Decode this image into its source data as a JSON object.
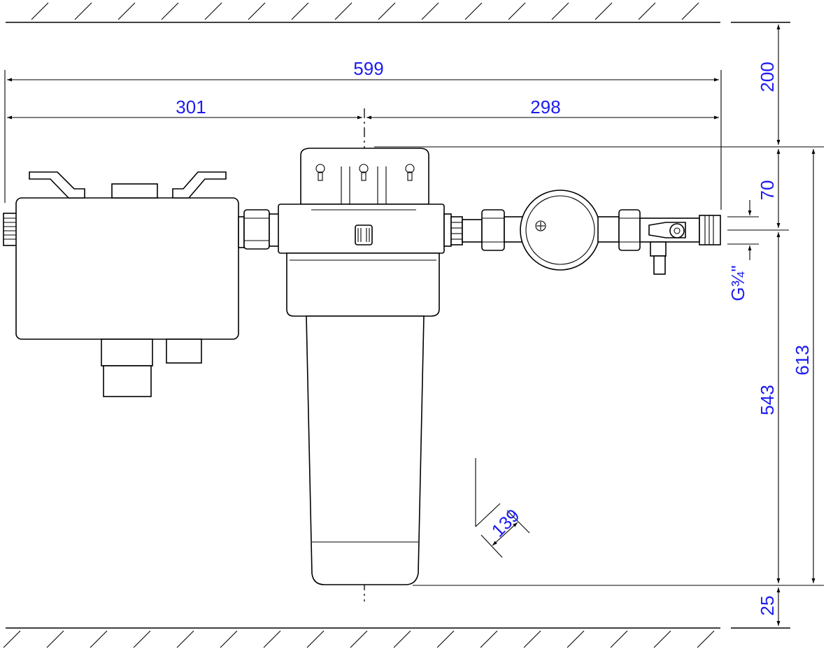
{
  "drawing": {
    "dimensions": {
      "overall_width": "599",
      "left_width": "301",
      "right_width": "298",
      "clearance_top": "200",
      "head_to_pipe": "70",
      "pipe_to_bottom": "543",
      "total_height": "613",
      "clearance_bottom": "25",
      "thread": "G¾\"",
      "angle": "139"
    },
    "line_color": "#000000",
    "dimension_color": "#1c1cf0"
  }
}
